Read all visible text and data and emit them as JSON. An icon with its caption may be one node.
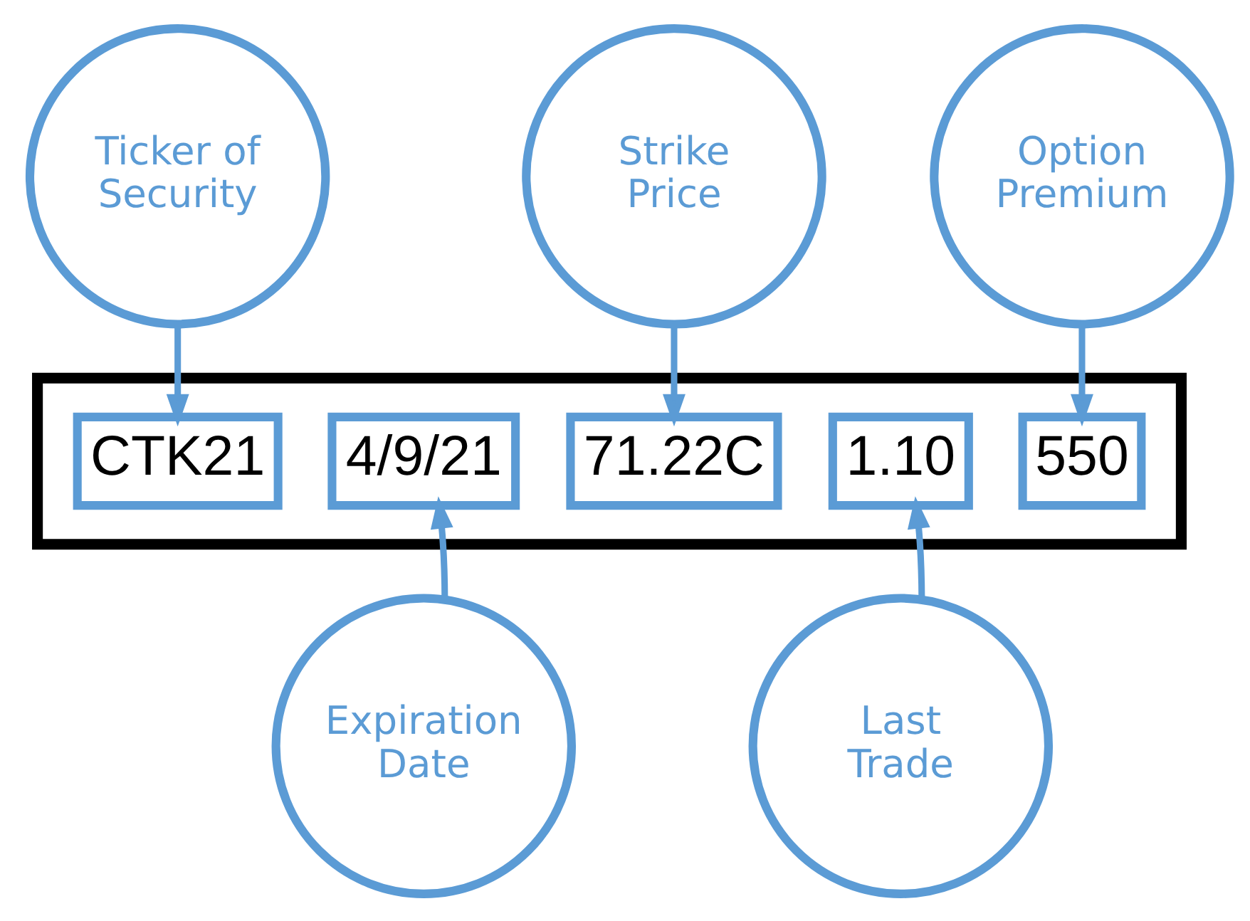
{
  "diagram": {
    "nodes": [
      {
        "text": [
          "Ticker of Security"
        ]
      },
      {
        "text": [
          "Strike Price"
        ]
      },
      {
        "text": [
          "Option Premium"
        ]
      },
      {
        "text": [],
        "shape": "box"
      },
      {
        "text": [
          "CTK21"
        ],
        "in": 3
      },
      {
        "text": [
          "4/9/21"
        ],
        "in": 3
      },
      {
        "text": [
          "71.22C"
        ],
        "in": 3
      },
      {
        "text": [
          "1.10"
        ],
        "in": 3
      },
      {
        "text": [
          "550"
        ],
        "in": 3
      },
      {
        "text": [
          "Expiration Date"
        ]
      },
      {
        "text": [
          "Last Trade"
        ]
      }
    ],
    "edges": [
      {
        "from": 0,
        "to": 4,
        "arrow": "to"
      },
      {
        "from": 1,
        "to": 6,
        "arrow": "to"
      },
      {
        "from": 2,
        "to": 8,
        "arrow": "to"
      },
      {
        "from": 9,
        "to": 5,
        "arrow": "to"
      },
      {
        "from": 10,
        "to": 7,
        "arrow": "to"
      }
    ]
  }
}
